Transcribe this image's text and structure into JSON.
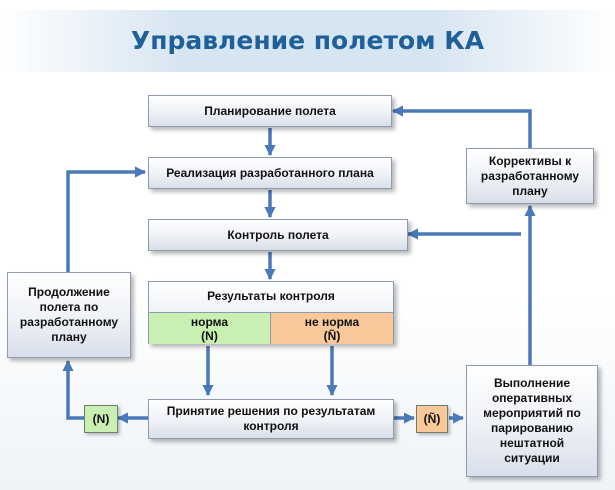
{
  "title": "Управление полетом КА",
  "boxes": {
    "planning": "Планирование полета",
    "realization": "Реализация разработанного плана",
    "control": "Контроль полета",
    "results": "Результаты контроля",
    "decision": "Принятие решения по результатам контроля",
    "continuation": "Продолжение полета по разработанному плану",
    "correctives": "Коррективы к разработанному плану",
    "execution": "Выполнение оперативных мероприятий по парированию нештатной ситуации"
  },
  "results_split": {
    "norm_label": "норма",
    "norm_symbol": "(N)",
    "not_norm_label": "не норма",
    "not_norm_symbol": "(Ñ)"
  },
  "tags": {
    "norm": "(N)",
    "not_norm": "(Ñ)"
  },
  "colors": {
    "title": "#1f5f9a",
    "arrow": "#4a78b8",
    "norm_fill": "#c9efb3",
    "not_norm_fill": "#f9c89a"
  }
}
